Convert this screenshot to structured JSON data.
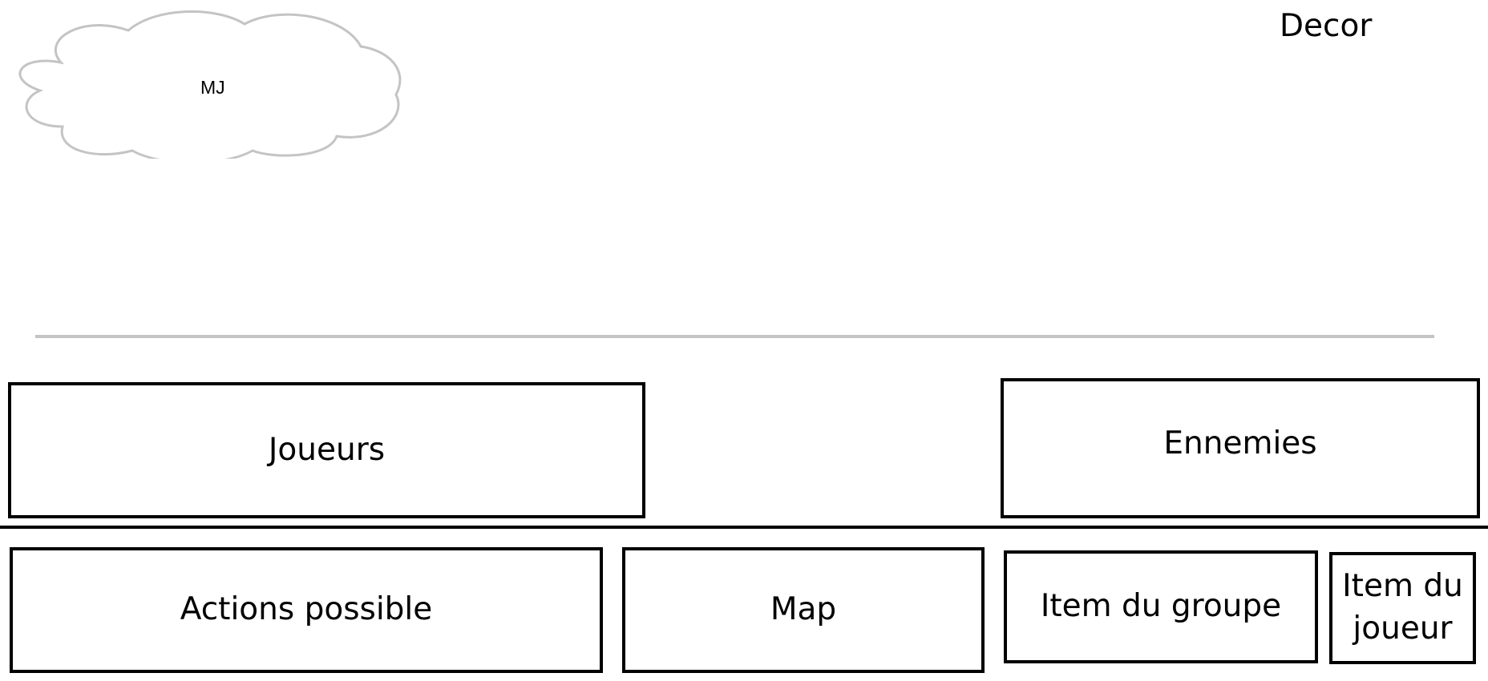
{
  "cloud": {
    "label": "MJ"
  },
  "decor": {
    "label": "Decor"
  },
  "panels": {
    "joueurs": "Joueurs",
    "ennemies": "Ennemies",
    "actions": "Actions possible",
    "map": "Map",
    "item_groupe": "Item du groupe",
    "item_joueur": "Item du joueur"
  },
  "colors": {
    "cloud_stroke": "#c4c4c4",
    "divider_light": "#c4c4c4",
    "divider_dark": "#000000",
    "box_border": "#000000"
  }
}
